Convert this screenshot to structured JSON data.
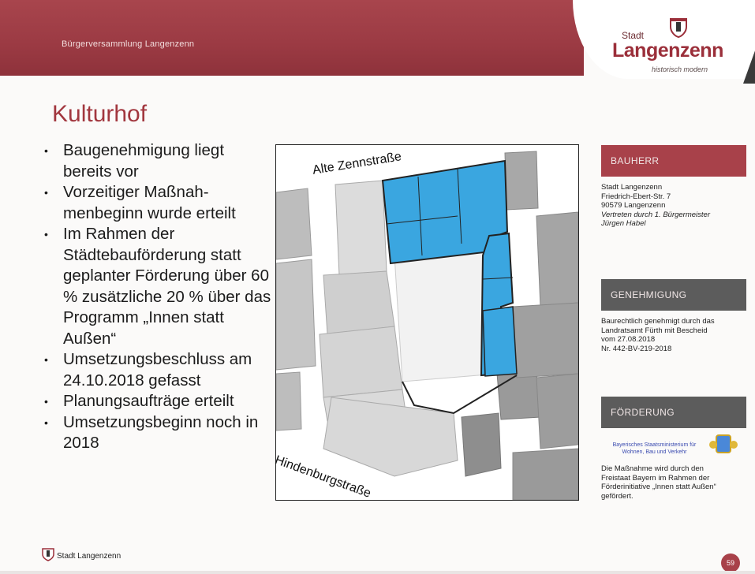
{
  "header": {
    "title": "Bürgerversammlung Langenzenn",
    "logo_stadt": "Stadt",
    "logo_name": "Langenzenn",
    "logo_tagline": "historisch modern",
    "band_color": "#9b3a43"
  },
  "page_title": "Kulturhof",
  "bullets": [
    "Baugenehmigung liegt bereits vor",
    "Vorzeitiger Maßnah-menbeginn wurde erteilt",
    "Im Rahmen der Städtebauförderung statt geplanter Förderung über 60 % zusätzliche 20 % über das Programm „Innen statt Außen“",
    "Umsetzungsbeschluss am 24.10.2018 gefasst",
    "Planungsaufträge erteilt",
    "Umsetzungsbeginn noch in 2018"
  ],
  "map": {
    "street_top": "Alte Zennstraße",
    "street_bottom": "Hindenburgstraße",
    "highlight_color": "#3aa6e0"
  },
  "bauherr": {
    "heading": "BAUHERR",
    "lines": [
      "Stadt Langenzenn",
      "Friedrich-Ebert-Str. 7",
      "90579 Langenzenn"
    ],
    "italic_lines": [
      "Vertreten durch 1. Bürgermeister",
      "Jürgen Habel"
    ]
  },
  "genehmigung": {
    "heading": "GENEHMIGUNG",
    "lines": [
      "Baurechtlich genehmigt durch das",
      "Landratsamt Fürth mit Bescheid",
      "vom 27.08.2018",
      "Nr. 442-BV-219-2018"
    ]
  },
  "foerderung": {
    "heading": "FÖRDERUNG",
    "funder": "Bayerisches Staatsministerium für Wohnen, Bau und Verkehr",
    "lines": [
      "Die Maßnahme wird durch den",
      "Freistaat Bayern im Rahmen der",
      "Förderinitiative „Innen statt Außen“",
      "gefördert."
    ]
  },
  "footer": {
    "logo_text": "Stadt Langenzenn",
    "page_number": "59"
  }
}
